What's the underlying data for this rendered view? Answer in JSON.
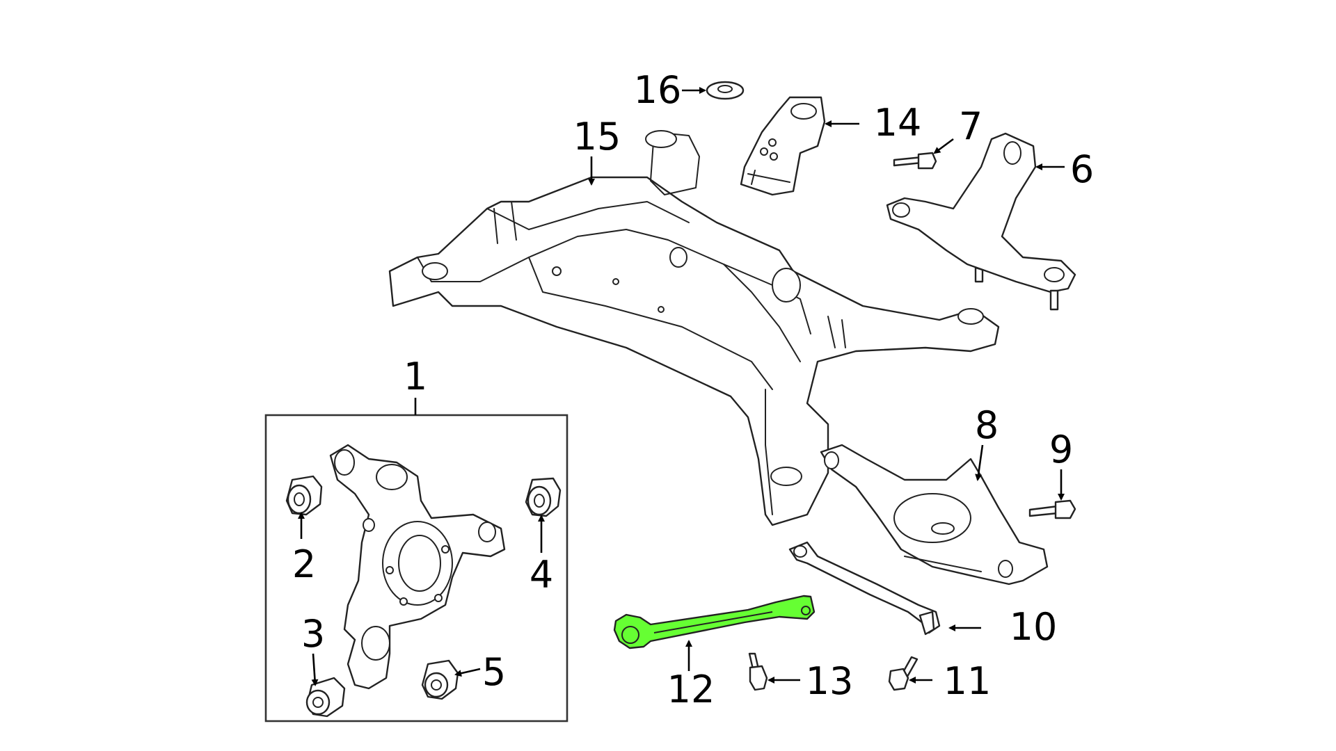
{
  "diagram": {
    "callouts": {
      "c1": "1",
      "c2": "2",
      "c3": "3",
      "c4": "4",
      "c5": "5",
      "c6": "6",
      "c7": "7",
      "c8": "8",
      "c9": "9",
      "c10": "10",
      "c11": "11",
      "c12": "12",
      "c13": "13",
      "c14": "14",
      "c15": "15",
      "c16": "16"
    },
    "highlight_color": "#66ff33",
    "highlighted_part": "12",
    "icons": [
      "arrow-icon"
    ]
  }
}
